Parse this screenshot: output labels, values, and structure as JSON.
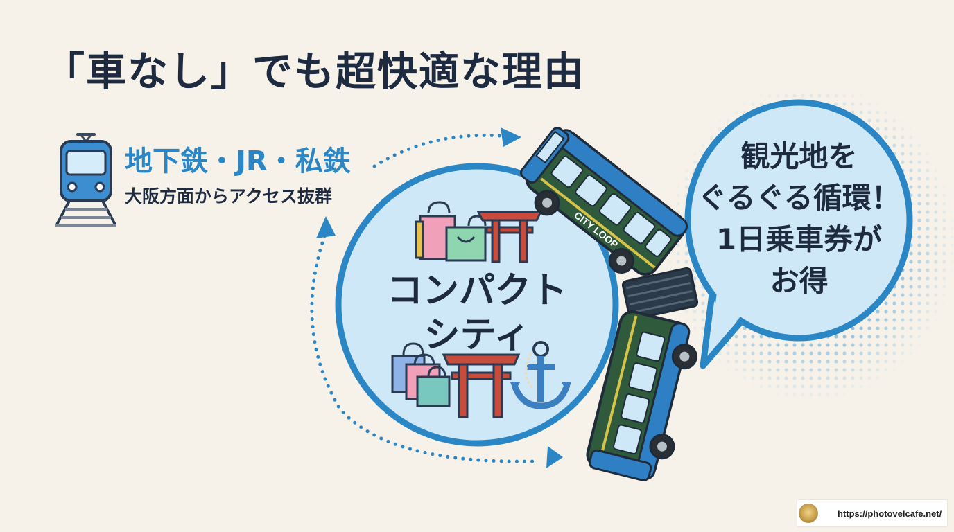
{
  "title": "「車なし」でも超快適な理由",
  "rail": {
    "title": "地下鉄・JR・私鉄",
    "subtitle": "大阪方面からアクセス抜群"
  },
  "compact_city": {
    "line1": "コンパクト",
    "line2": "シティ"
  },
  "bubble": {
    "line1": "観光地を",
    "line2": "ぐるぐる循環！",
    "line3": "1日乗車券が",
    "line4": "お得"
  },
  "bus": {
    "side_label": "CITY LOOP"
  },
  "footer": {
    "url": "https://photovelcafe.net/"
  },
  "icons": [
    "train-icon",
    "shopping-bags-icon",
    "torii-gate-icon",
    "anchor-icon",
    "city-loop-bus-icon",
    "loop-arrow-icon",
    "site-logo-icon"
  ],
  "colors": {
    "background": "#f6f2e9",
    "accent_blue": "#2b86c5",
    "circle_fill": "#cfe8f7",
    "bus_green": "#2f5a3c",
    "bus_blue": "#2e7fc4",
    "torii_red": "#c84b3c",
    "text_dark": "#1d2a40"
  }
}
